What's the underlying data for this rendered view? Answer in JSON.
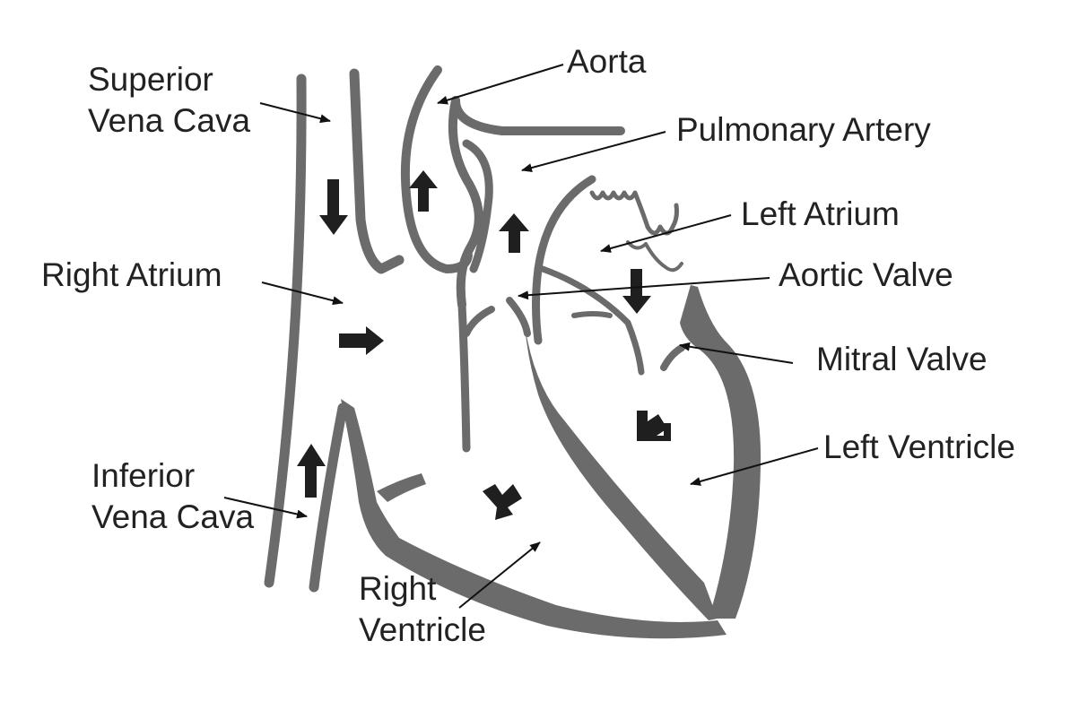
{
  "colors": {
    "heart_wall": "#6b6b6b",
    "flow_arrow": "#1f1f1f",
    "leader_line": "#111111",
    "text": "#222222",
    "background": "#ffffff"
  },
  "labels": {
    "aorta": "Aorta",
    "superior_vena_cava": [
      "Superior",
      "Vena Cava"
    ],
    "pulmonary_artery": "Pulmonary Artery",
    "left_atrium": "Left Atrium",
    "right_atrium": "Right Atrium",
    "aortic_valve": "Aortic Valve",
    "mitral_valve": "Mitral Valve",
    "left_ventricle": "Left Ventricle",
    "inferior_vena_cava": [
      "Inferior",
      "Vena Cava"
    ],
    "right_ventricle": [
      "Right",
      "Ventricle"
    ]
  }
}
